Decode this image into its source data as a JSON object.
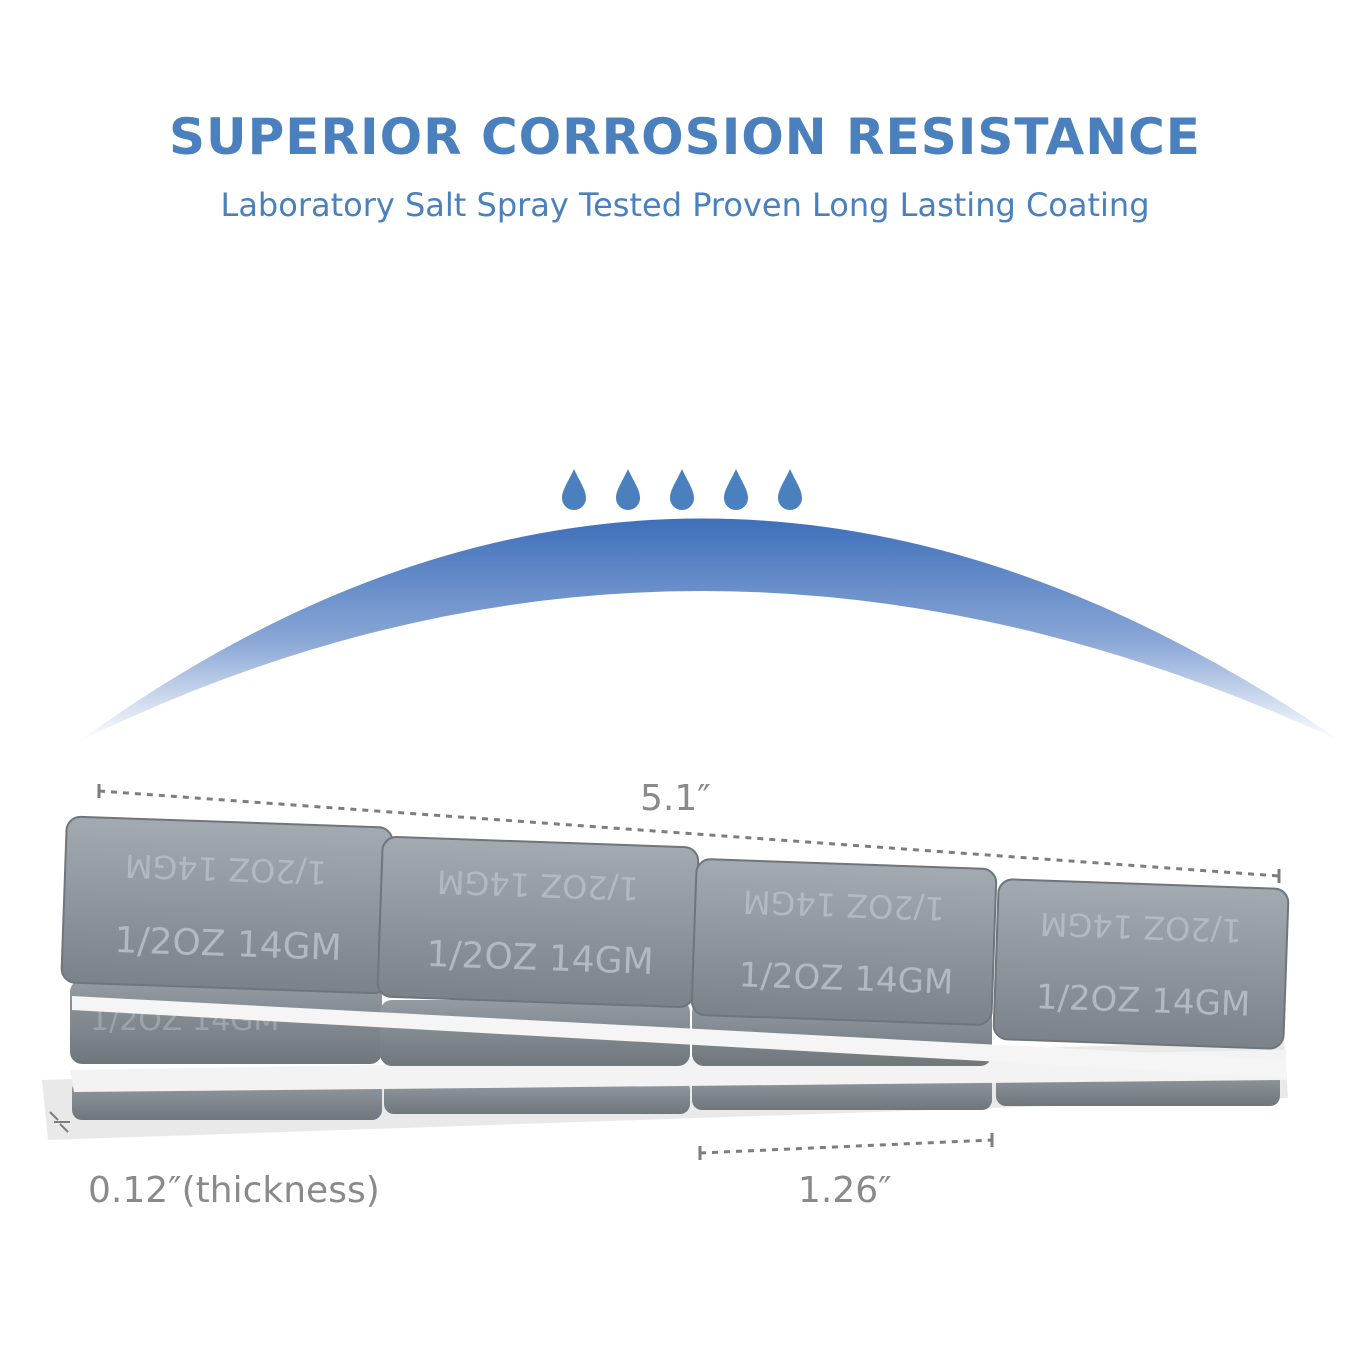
{
  "header": {
    "title": "SUPERIOR CORROSION RESISTANCE",
    "subtitle": "Laboratory Salt Spray Tested Proven Long Lasting Coating"
  },
  "colors": {
    "brand_blue": "#4a80bd",
    "weight_gray": "#8f969d",
    "tape_white": "#f0f0f0",
    "dimension_gray": "#8a8a8a"
  },
  "icons": [
    "water-drop-icon",
    "protective-arc"
  ],
  "drops": {
    "count": 5
  },
  "weights": {
    "stamp_top": "1/2OZ 14GM",
    "stamp_bottom": "1/2OZ 14GM",
    "count_per_strip": 4
  },
  "dimensions": {
    "length_label": "5.1″",
    "segment_label": "1.26″",
    "thickness_label": "0.12″(thickness)"
  }
}
